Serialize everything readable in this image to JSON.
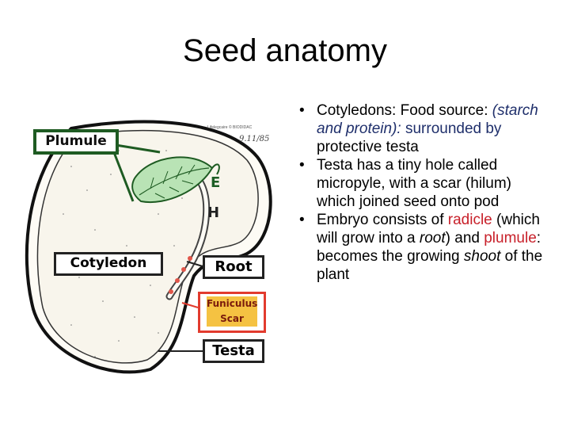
{
  "slide": {
    "title": "Seed anatomy"
  },
  "diagram": {
    "labels": {
      "plumule": "Plumule",
      "cotyledon": "Cotyledon",
      "root": "Root",
      "funiculus_line1": "Funiculus",
      "funiculus_line2": "Scar",
      "testa": "Testa",
      "e": "E",
      "h": "H"
    },
    "copyright": "Lifelegcaire © BIODIDAC",
    "signature": "9.11/85",
    "colors": {
      "plumule_green": "#1e5b22",
      "leaf_fill": "#b9e3b5",
      "funiculus_border": "#e23b2e",
      "funiculus_fill": "#f5c242",
      "radicle_red": "#e0564a"
    }
  },
  "bullets": {
    "b1": {
      "p1": "Cotyledons: Food source: ",
      "p2": "(starch and protein):",
      "p3": " surrounded by",
      "p4": " protective testa"
    },
    "b2": {
      "text": "Testa has a tiny hole called micropyle, with a scar (hilum) which joined seed onto pod"
    },
    "b3": {
      "p1": "Embryo consists of ",
      "p2": "radicle",
      "p3": " (which will grow into a ",
      "p4": "root",
      "p5": ") and ",
      "p6": "plumule",
      "p7": ": becomes the growing ",
      "p8": "shoot",
      "p9": " of the plant"
    }
  }
}
